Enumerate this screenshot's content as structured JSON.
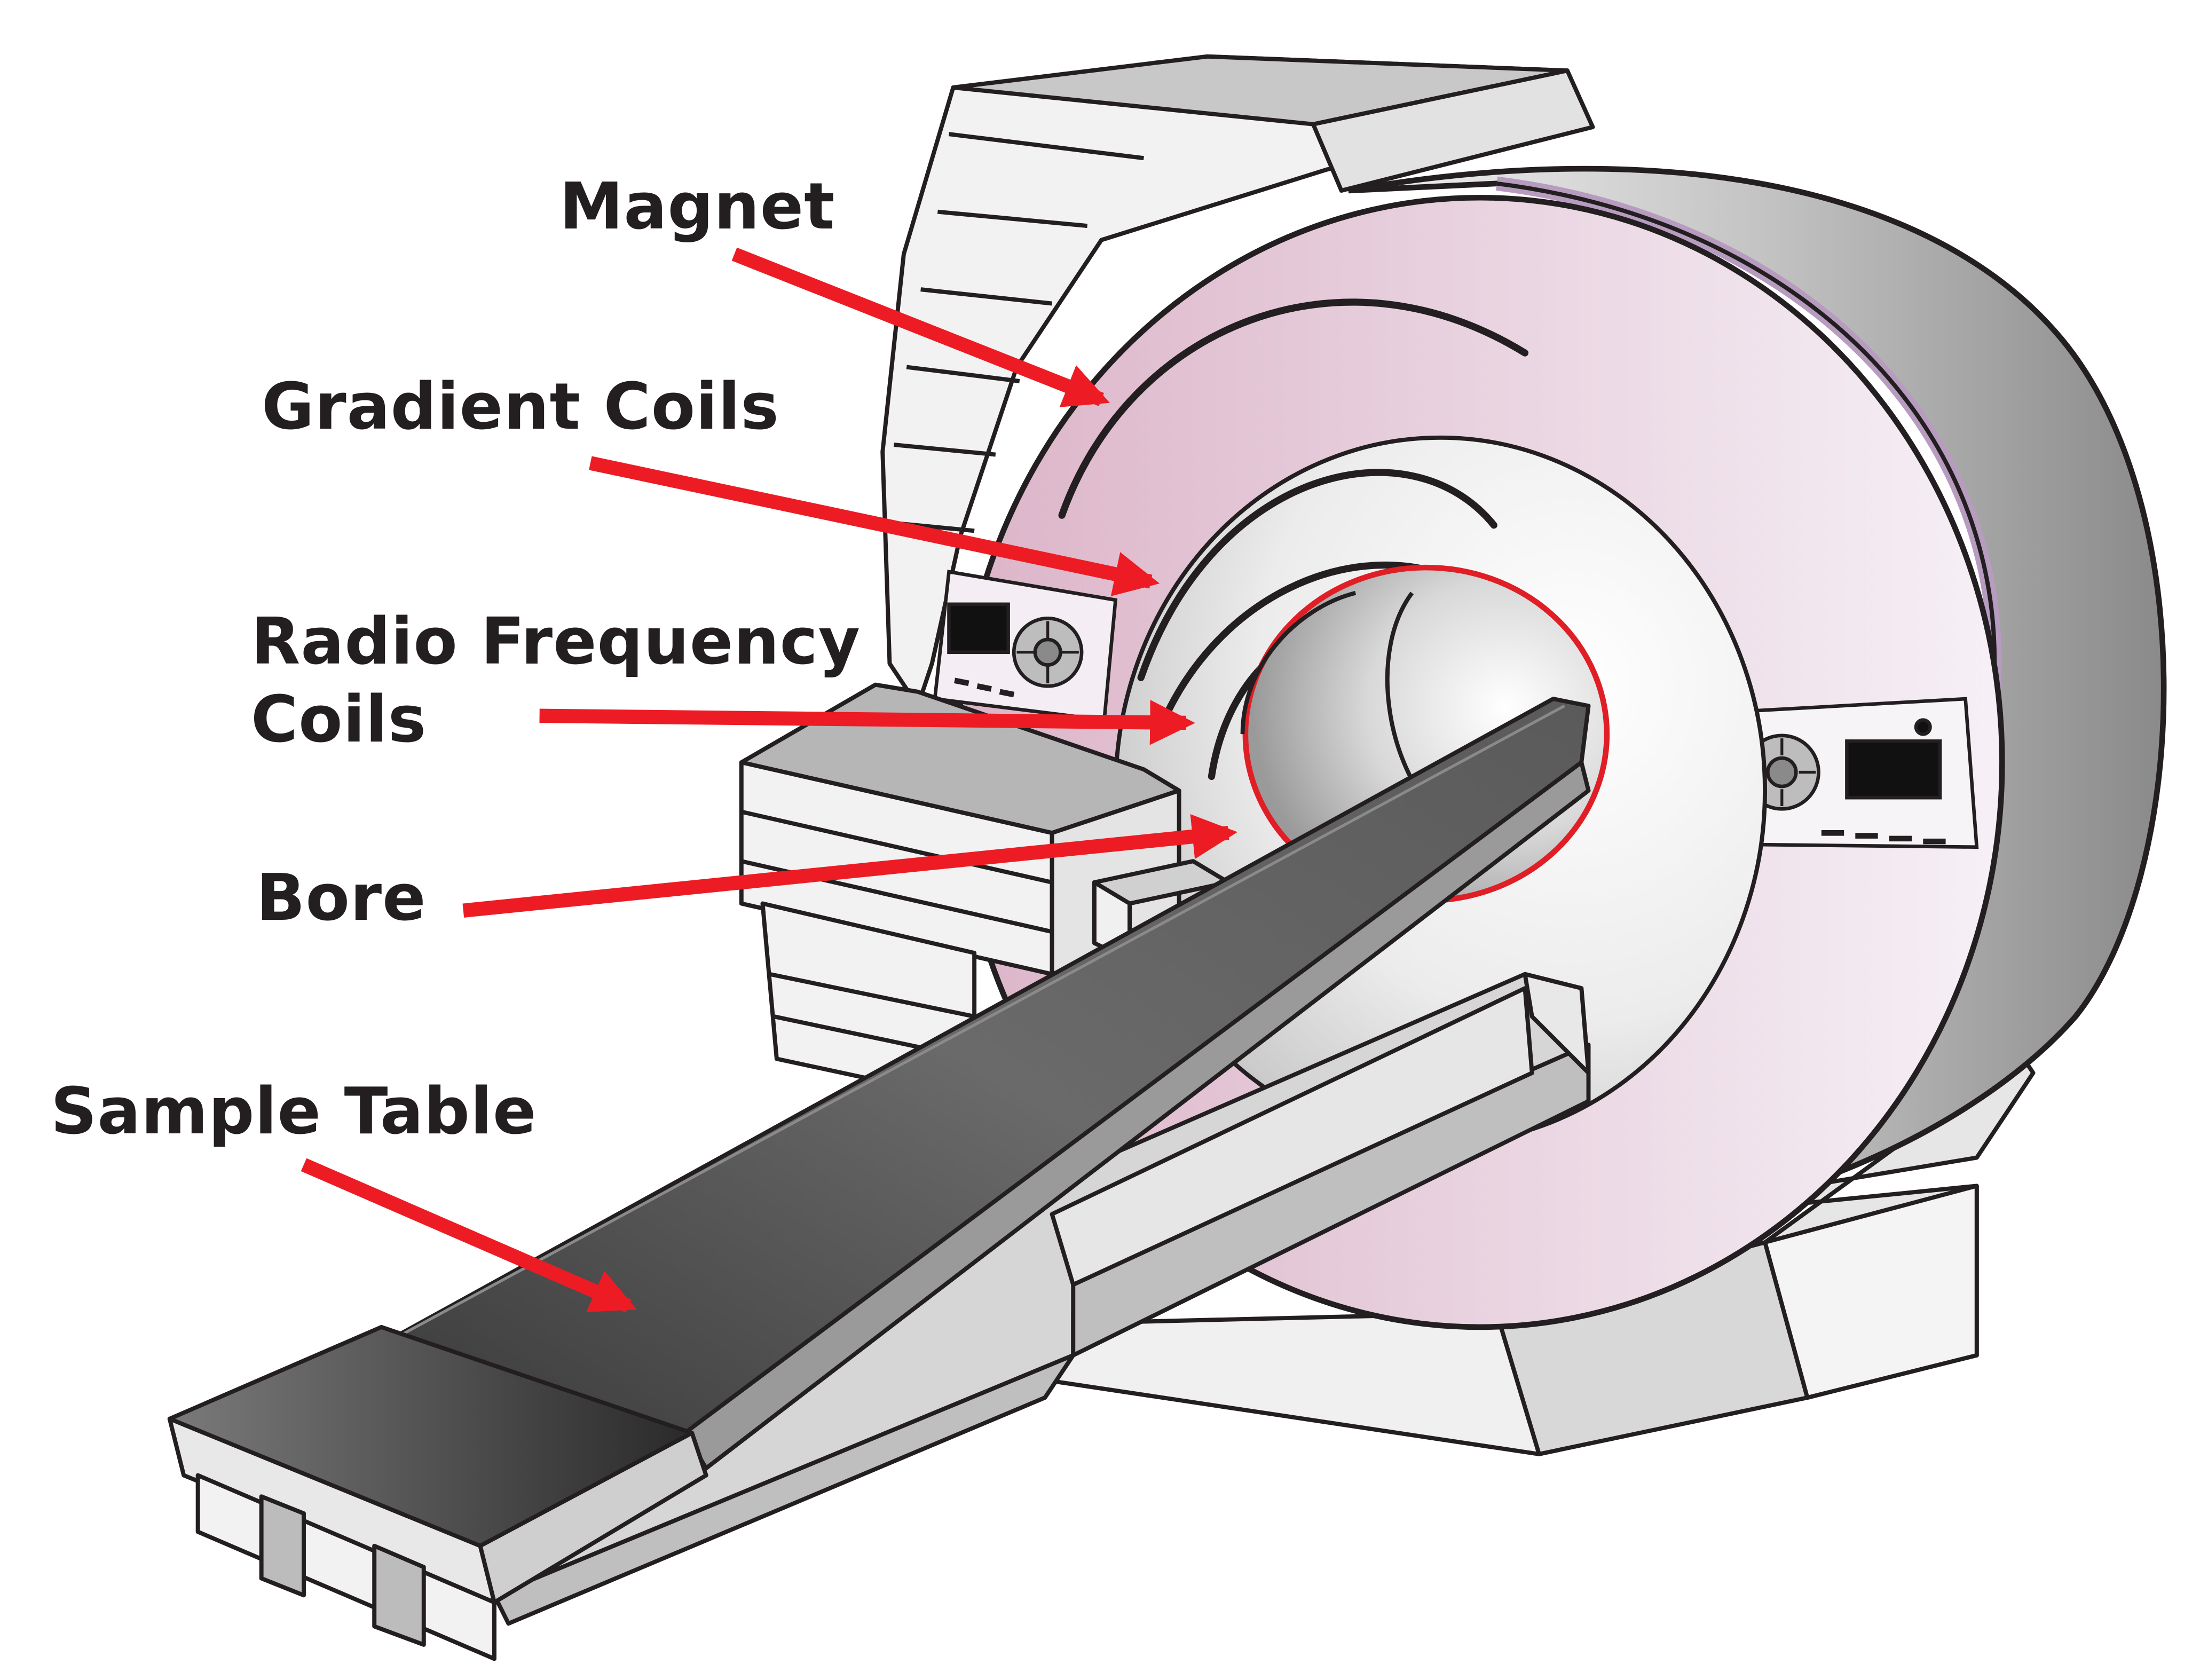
{
  "title": "",
  "colors": {
    "arrow": "#ed1c24",
    "outline": "#231f20",
    "label_text": "#231f20",
    "magnet_face": "#e6c8d8",
    "magnet_side": "#c8c8c8",
    "bore_edge": "#e01e26",
    "table_top": "#5e5e5e",
    "housing": "#f2f2f2"
  },
  "icons": [
    "control-pad-icon",
    "display-screen-icon",
    "indicator-light-icon"
  ],
  "callouts": [
    {
      "id": "magnet",
      "lines": [
        "Magnet"
      ]
    },
    {
      "id": "gradient-coils",
      "lines": [
        "Gradient Coils"
      ]
    },
    {
      "id": "rf-coils",
      "lines": [
        "Radio Frequency",
        "Coils"
      ]
    },
    {
      "id": "bore",
      "lines": [
        "Bore"
      ]
    },
    {
      "id": "sample-table",
      "lines": [
        "Sample Table"
      ]
    }
  ]
}
